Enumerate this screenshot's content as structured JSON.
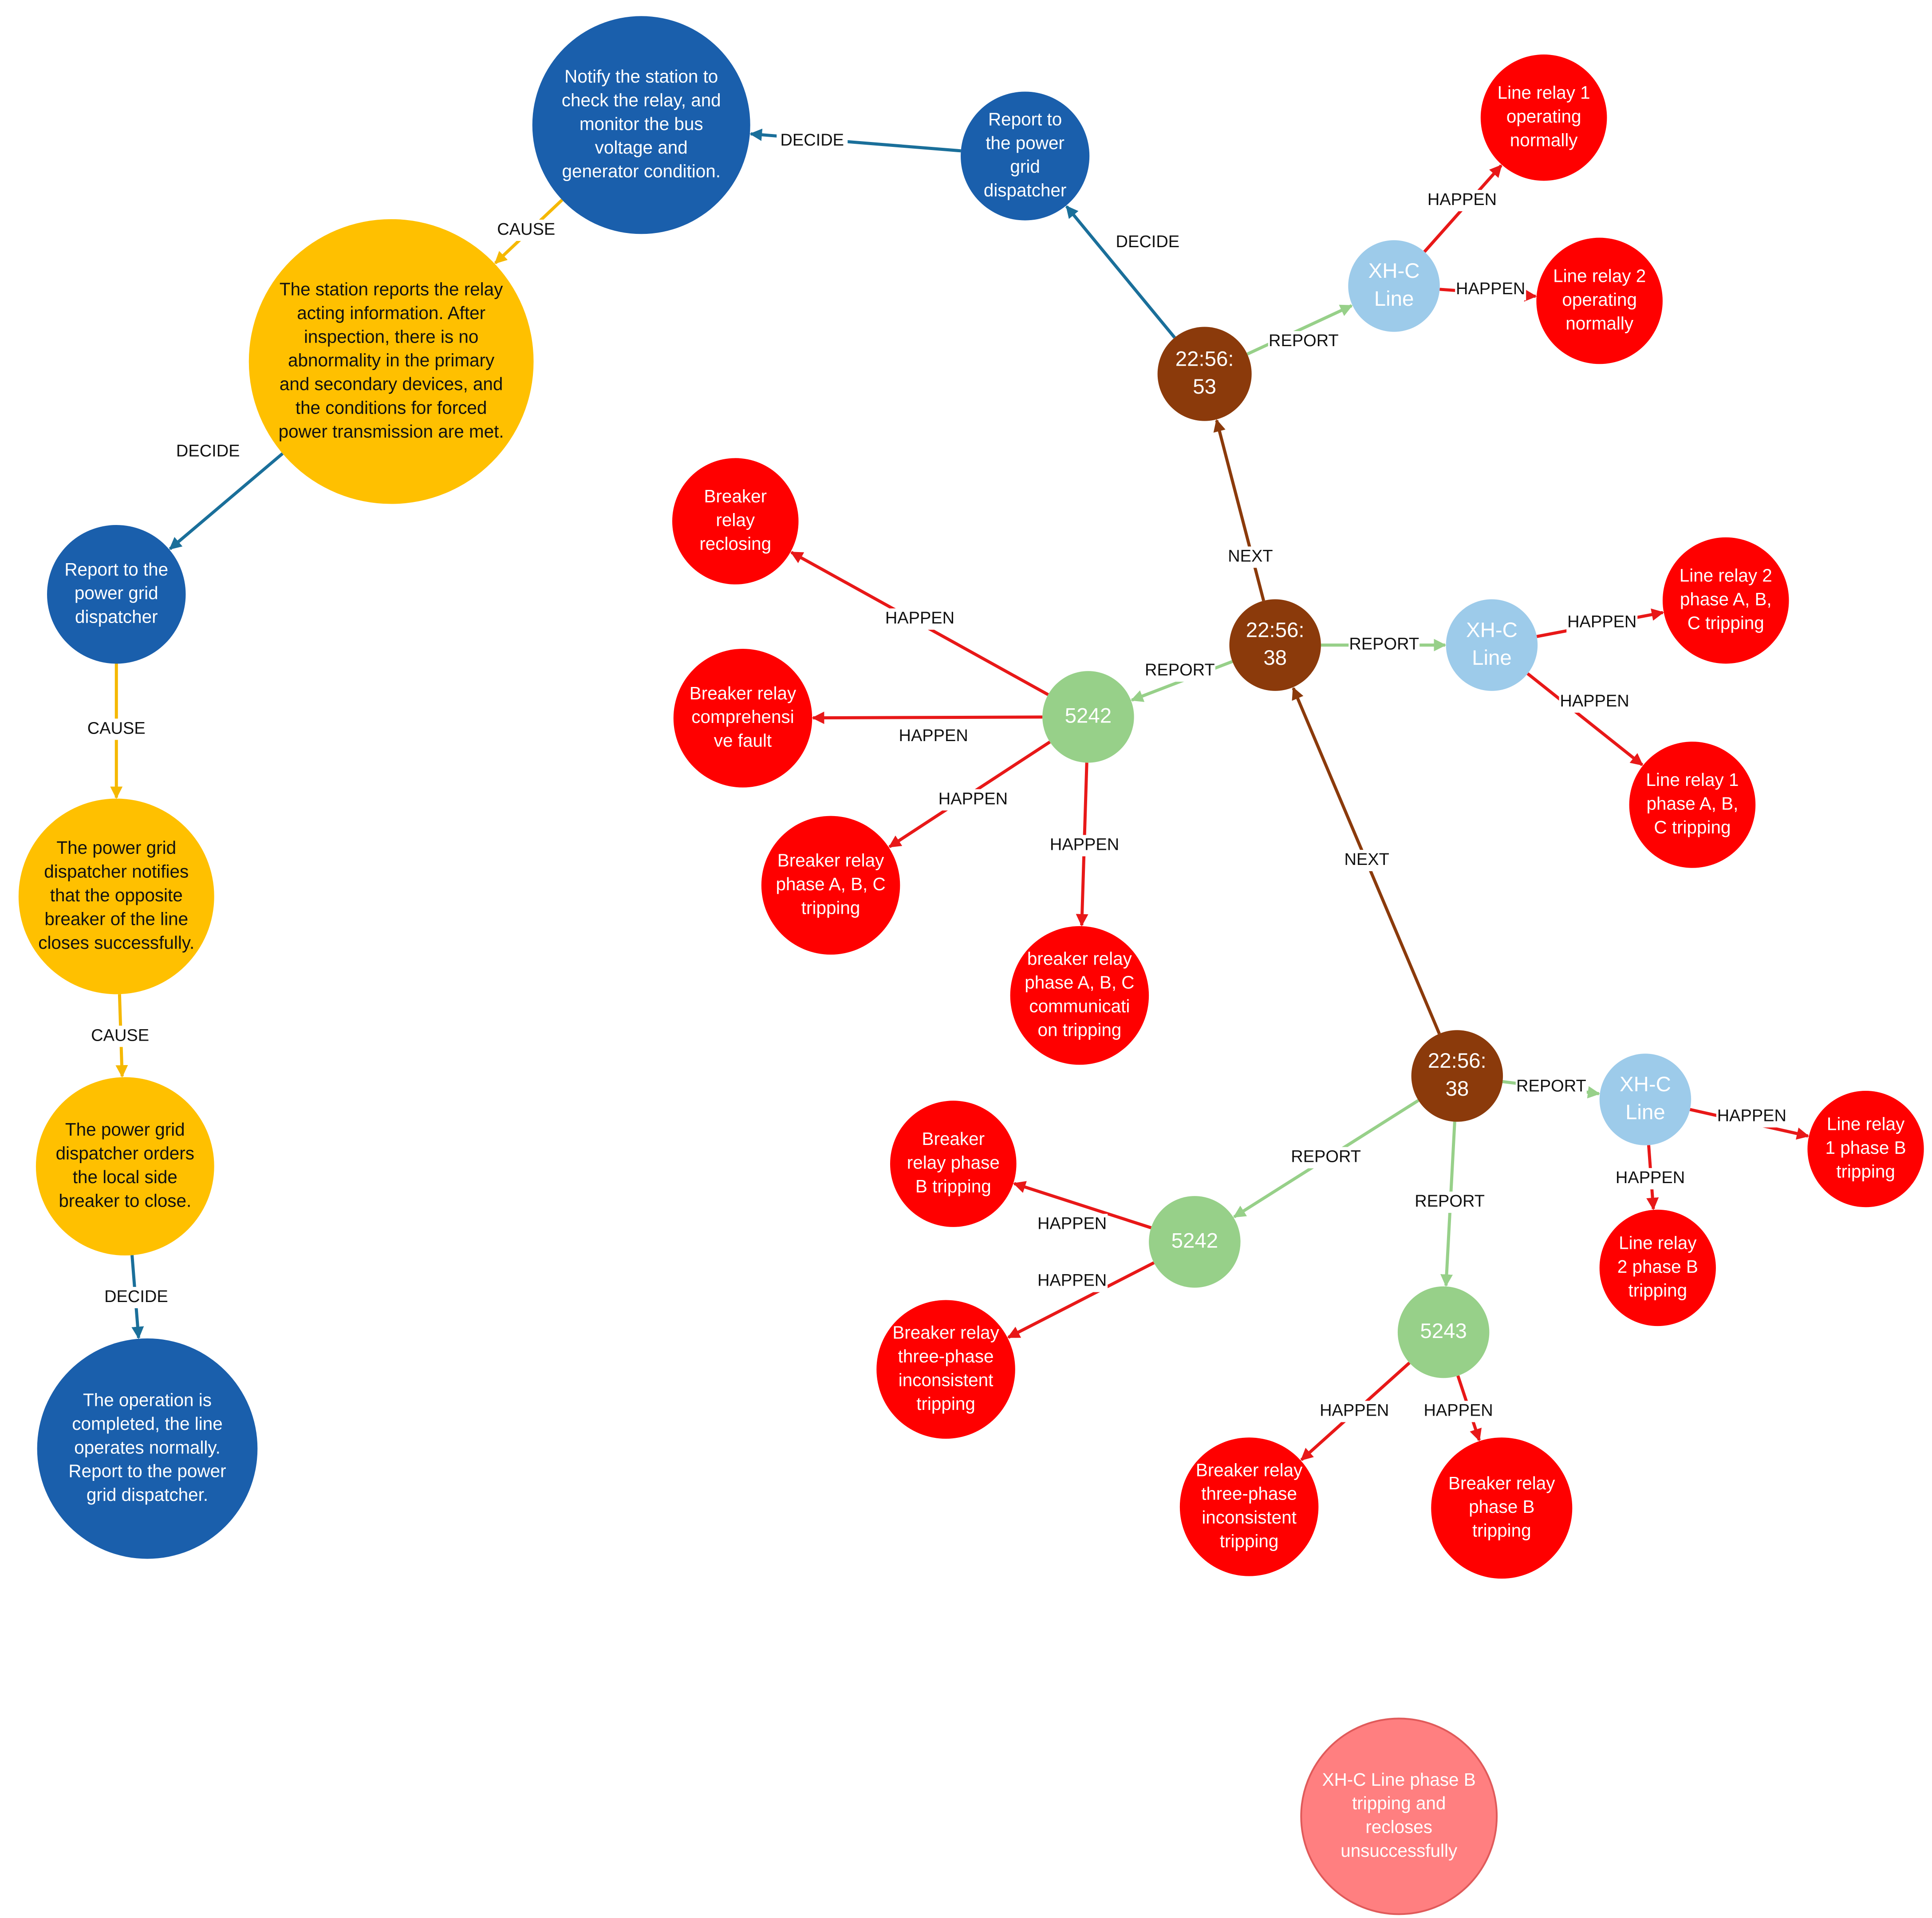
{
  "colors": {
    "blue": "#1a5fac",
    "yellow": "#ffc000",
    "red": "#ff0000",
    "green": "#97d089",
    "brown": "#8b3a0b",
    "lightblue": "#9dcbea",
    "pink": "#ff7f80",
    "edge_blue": "#1a6f9a",
    "edge_yellow": "#f5b800",
    "edge_red": "#e81818",
    "edge_green": "#97d089",
    "edge_brown": "#8b3a0b"
  },
  "nodes": [
    {
      "id": "notify-station",
      "text": "Notify the station to check the relay, and monitor the bus voltage and generator condition.",
      "color": "blue"
    },
    {
      "id": "report-dispatcher-top",
      "text": "Report to the power grid dispatcher",
      "color": "blue"
    },
    {
      "id": "station-reports",
      "text": "The station reports the relay acting information. After inspection, there is no abnormality in the primary and secondary devices, and the conditions for forced power transmission are met.",
      "color": "yellow"
    },
    {
      "id": "report-dispatcher-left",
      "text": "Report to the power grid dispatcher",
      "color": "blue"
    },
    {
      "id": "dispatcher-notifies",
      "text": "The power grid dispatcher notifies that the opposite breaker of the line closes successfully.",
      "color": "yellow"
    },
    {
      "id": "dispatcher-orders",
      "text": "The power grid dispatcher orders the local side breaker to close.",
      "color": "yellow"
    },
    {
      "id": "operation-completed",
      "text": "The operation is completed, the line operates normally. Report to the power grid dispatcher.",
      "color": "blue"
    },
    {
      "id": "time-225653",
      "text": "22:56:53",
      "color": "brown"
    },
    {
      "id": "time-225638-mid",
      "text": "22:56:38",
      "color": "brown"
    },
    {
      "id": "time-225638-low",
      "text": "22:56:38",
      "color": "brown"
    },
    {
      "id": "xhc-line-top",
      "text": "XH-C Line",
      "color": "lightblue"
    },
    {
      "id": "xhc-line-mid",
      "text": "XH-C Line",
      "color": "lightblue"
    },
    {
      "id": "xhc-line-low",
      "text": "XH-C Line",
      "color": "lightblue"
    },
    {
      "id": "line-relay1-normal",
      "text": "Line relay 1 operating normally",
      "color": "red"
    },
    {
      "id": "line-relay2-normal",
      "text": "Line relay 2 operating normally",
      "color": "red"
    },
    {
      "id": "line-relay2-abc",
      "text": "Line relay 2 phase A, B, C tripping",
      "color": "red"
    },
    {
      "id": "line-relay1-abc",
      "text": "Line relay 1 phase A, B, C tripping",
      "color": "red"
    },
    {
      "id": "breaker-5242-mid",
      "text": "5242",
      "color": "green"
    },
    {
      "id": "breaker-reclosing",
      "text": "Breaker relay reclosing",
      "color": "red"
    },
    {
      "id": "breaker-comprehensive",
      "text": "Breaker relay comprehensive fault",
      "color": "red"
    },
    {
      "id": "breaker-abc",
      "text": "Breaker relay phase A, B, C tripping",
      "color": "red"
    },
    {
      "id": "breaker-abc-comm",
      "text": "breaker relay phase A, B, C communication tripping",
      "color": "red"
    },
    {
      "id": "breaker-5242-low",
      "text": "5242",
      "color": "green"
    },
    {
      "id": "breaker-5243",
      "text": "5243",
      "color": "green"
    },
    {
      "id": "line-relay1-b",
      "text": "Line relay 1 phase B tripping",
      "color": "red"
    },
    {
      "id": "line-relay2-b",
      "text": "Line relay 2 phase B tripping",
      "color": "red"
    },
    {
      "id": "breaker-b-5242",
      "text": "Breaker relay phase B tripping",
      "color": "red"
    },
    {
      "id": "breaker-three-5242",
      "text": "Breaker relay three-phase inconsistent tripping",
      "color": "red"
    },
    {
      "id": "breaker-three-5243",
      "text": "Breaker relay three-phase inconsistent tripping",
      "color": "red"
    },
    {
      "id": "breaker-b-5243",
      "text": "Breaker relay phase B tripping",
      "color": "red"
    },
    {
      "id": "event-title",
      "text": "XH-C Line phase B tripping and recloses unsuccessfully",
      "color": "pink"
    }
  ],
  "edges": [
    {
      "from": "report-dispatcher-top",
      "to": "notify-station",
      "label": "DECIDE",
      "color": "edge_blue"
    },
    {
      "from": "notify-station",
      "to": "station-reports",
      "label": "CAUSE",
      "color": "edge_yellow"
    },
    {
      "from": "station-reports",
      "to": "report-dispatcher-left",
      "label": "DECIDE",
      "color": "edge_blue"
    },
    {
      "from": "report-dispatcher-left",
      "to": "dispatcher-notifies",
      "label": "CAUSE",
      "color": "edge_yellow"
    },
    {
      "from": "dispatcher-notifies",
      "to": "dispatcher-orders",
      "label": "CAUSE",
      "color": "edge_yellow"
    },
    {
      "from": "dispatcher-orders",
      "to": "operation-completed",
      "label": "DECIDE",
      "color": "edge_blue"
    },
    {
      "from": "time-225653",
      "to": "report-dispatcher-top",
      "label": "DECIDE",
      "color": "edge_blue"
    },
    {
      "from": "time-225653",
      "to": "xhc-line-top",
      "label": "REPORT",
      "color": "edge_green"
    },
    {
      "from": "xhc-line-top",
      "to": "line-relay1-normal",
      "label": "HAPPEN",
      "color": "edge_red"
    },
    {
      "from": "xhc-line-top",
      "to": "line-relay2-normal",
      "label": "HAPPEN",
      "color": "edge_red"
    },
    {
      "from": "time-225638-mid",
      "to": "time-225653",
      "label": "NEXT",
      "color": "edge_brown"
    },
    {
      "from": "time-225638-mid",
      "to": "xhc-line-mid",
      "label": "REPORT",
      "color": "edge_green"
    },
    {
      "from": "xhc-line-mid",
      "to": "line-relay2-abc",
      "label": "HAPPEN",
      "color": "edge_red"
    },
    {
      "from": "xhc-line-mid",
      "to": "line-relay1-abc",
      "label": "HAPPEN",
      "color": "edge_red"
    },
    {
      "from": "time-225638-mid",
      "to": "breaker-5242-mid",
      "label": "REPORT",
      "color": "edge_green"
    },
    {
      "from": "breaker-5242-mid",
      "to": "breaker-reclosing",
      "label": "HAPPEN",
      "color": "edge_red"
    },
    {
      "from": "breaker-5242-mid",
      "to": "breaker-comprehensive",
      "label": "HAPPEN",
      "color": "edge_red"
    },
    {
      "from": "breaker-5242-mid",
      "to": "breaker-abc",
      "label": "HAPPEN",
      "color": "edge_red"
    },
    {
      "from": "breaker-5242-mid",
      "to": "breaker-abc-comm",
      "label": "HAPPEN",
      "color": "edge_red"
    },
    {
      "from": "time-225638-low",
      "to": "time-225638-mid",
      "label": "NEXT",
      "color": "edge_brown"
    },
    {
      "from": "time-225638-low",
      "to": "xhc-line-low",
      "label": "REPORT",
      "color": "edge_green"
    },
    {
      "from": "xhc-line-low",
      "to": "line-relay1-b",
      "label": "HAPPEN",
      "color": "edge_red"
    },
    {
      "from": "xhc-line-low",
      "to": "line-relay2-b",
      "label": "HAPPEN",
      "color": "edge_red"
    },
    {
      "from": "time-225638-low",
      "to": "breaker-5242-low",
      "label": "REPORT",
      "color": "edge_green"
    },
    {
      "from": "breaker-5242-low",
      "to": "breaker-b-5242",
      "label": "HAPPEN",
      "color": "edge_red"
    },
    {
      "from": "breaker-5242-low",
      "to": "breaker-three-5242",
      "label": "HAPPEN",
      "color": "edge_red"
    },
    {
      "from": "time-225638-low",
      "to": "breaker-5243",
      "label": "REPORT",
      "color": "edge_green"
    },
    {
      "from": "breaker-5243",
      "to": "breaker-three-5243",
      "label": "HAPPEN",
      "color": "edge_red"
    },
    {
      "from": "breaker-5243",
      "to": "breaker-b-5243",
      "label": "HAPPEN",
      "color": "edge_red"
    }
  ]
}
